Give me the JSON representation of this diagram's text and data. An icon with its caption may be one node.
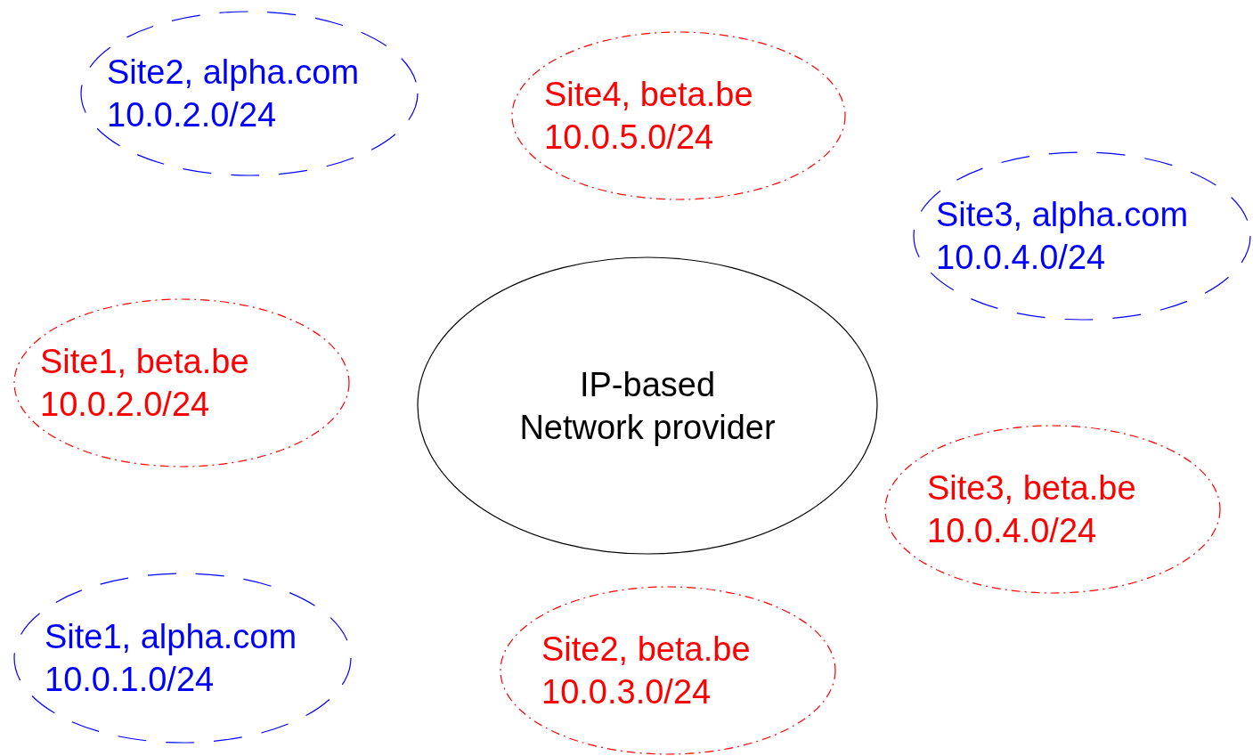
{
  "diagram": {
    "nodes": [
      {
        "text": [
          "Site2, alpha.com",
          "10.0.2.0/24"
        ]
      },
      {
        "text": [
          "Site4, beta.be",
          "10.0.5.0/24"
        ]
      },
      {
        "text": [
          "Site3, alpha.com",
          "10.0.4.0/24"
        ]
      },
      {
        "text": [
          "IP-based Network provider"
        ]
      },
      {
        "text": [
          "Site1, beta.be",
          "10.0.2.0/24"
        ]
      },
      {
        "text": [
          "Site3, beta.be",
          "10.0.4.0/24"
        ]
      },
      {
        "text": [
          "Site1, alpha.com",
          "10.0.1.0/24"
        ]
      },
      {
        "text": [
          "Site2, beta.be",
          "10.0.3.0/24"
        ]
      }
    ]
  }
}
